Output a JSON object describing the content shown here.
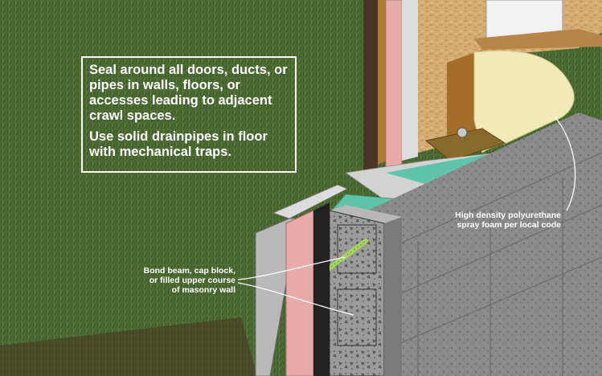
{
  "note": {
    "paragraph1": "Seal around all doors, ducts, or pipes in walls, floors, or accesses leading to adjacent crawl spaces.",
    "paragraph2": "Use solid drainpipes in floor with mechanical traps."
  },
  "callouts": {
    "foam": {
      "line1": "High density polyurethane",
      "line2": "spray foam per local code"
    },
    "beam": {
      "line1": "Bond beam, cap block,",
      "line2": "or filled upper course",
      "line3": "of masonry wall"
    }
  },
  "colors": {
    "grass": "#4b6b32",
    "block": "#8c8c8c",
    "insulation_pink": "#e8a9a9",
    "foam_cream": "#efeab6",
    "membrane_teal": "#5fc3a8",
    "sheathing_osb": "#d7b27a",
    "wood": "#b07a2e",
    "rebar_green": "#a6d65a"
  }
}
